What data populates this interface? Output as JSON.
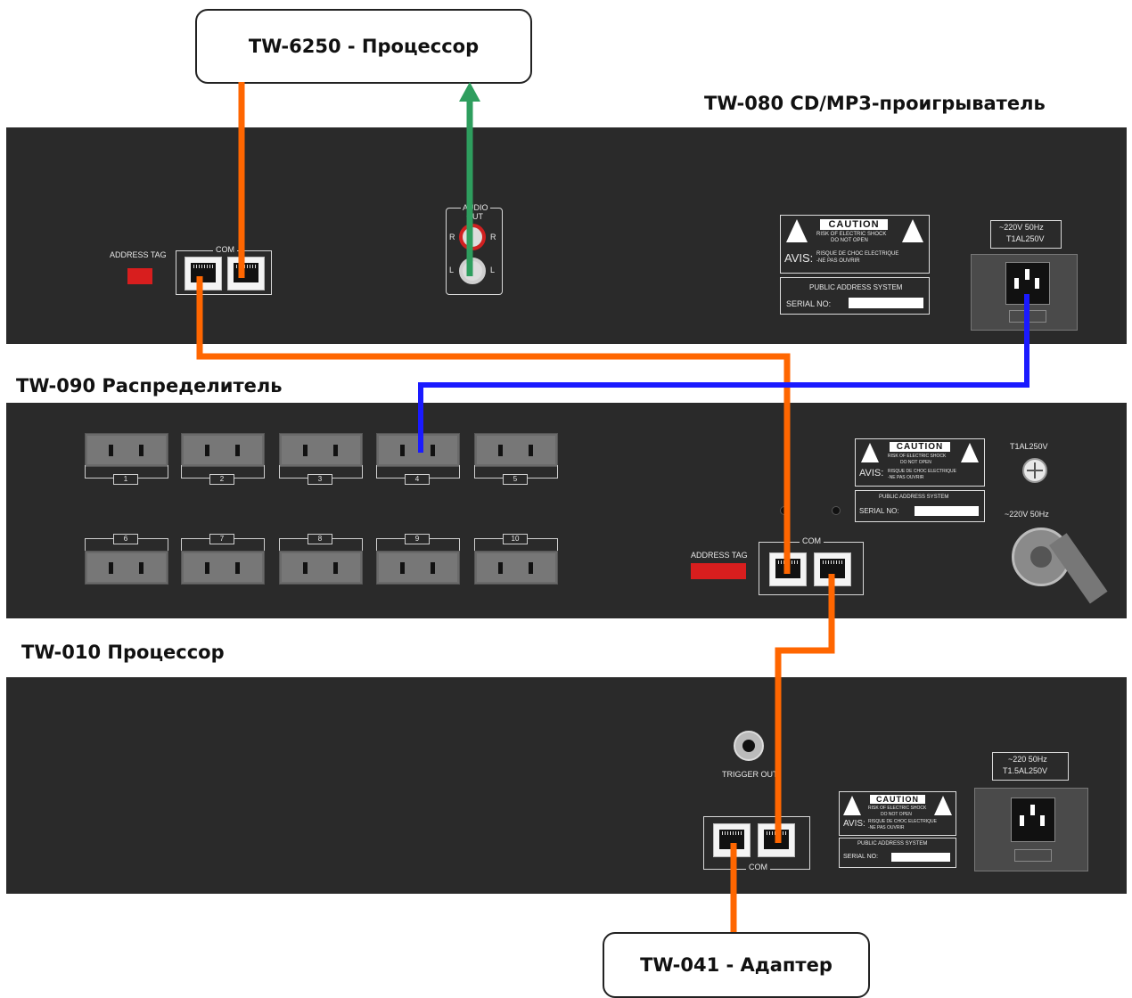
{
  "labels": {
    "processor_6250": "TW-6250 - Процессор",
    "player_080": "TW-080 CD/MP3-проигрыватель",
    "distributor_090": "TW-090 Распределитель",
    "processor_010": "TW-010 Процессор",
    "adapter_041": "TW-041 - Адаптер"
  },
  "panel_cd": {
    "address_tag": "ADDRESS TAG",
    "com": "COM",
    "audio_out": "AUDIO OUT",
    "audio_out_l1": "AUDIO",
    "audio_out_l2": "OUT",
    "r": "R",
    "l": "L",
    "caution": "CAUTION",
    "warning": "RISK OF ELECTRIC SHOCK",
    "do_not_open": "DO NOT OPEN",
    "avis": "AVIS:",
    "avis_text1": "RISQUE DE CHOC ELECTRIQUE",
    "avis_text2": "-NE PAS OUVRIR",
    "public_address": "PUBLIC ADDRESS SYSTEM",
    "serial_no": "SERIAL NO:",
    "power_line1": "~220V 50Hz",
    "power_line2": "T1AL250V"
  },
  "panel_dist": {
    "outlets_top": [
      "1",
      "2",
      "3",
      "4",
      "5"
    ],
    "outlets_bottom": [
      "6",
      "7",
      "8",
      "9",
      "10"
    ],
    "address_tag": "ADDRESS TAG",
    "com": "COM",
    "caution": "CAUTION",
    "warning": "RISK OF ELECTRIC SHOCK",
    "do_not_open": "DO NOT OPEN",
    "avis": "AVIS:",
    "avis_text1": "RISQUE DE CHOC ELECTRIQUE",
    "avis_text2": "-NE PAS OUVRIR",
    "public_address": "PUBLIC ADDRESS SYSTEM",
    "serial_no": "SERIAL NO:",
    "fuse": "T1AL250V",
    "power": "~220V 50Hz"
  },
  "panel_proc": {
    "trigger_out": "TRIGGER OUT",
    "com": "COM",
    "caution": "CAUTION",
    "warning": "RISK OF ELECTRIC SHOCK",
    "do_not_open": "DO NOT OPEN",
    "avis": "AVIS:",
    "avis_text1": "RISQUE DE CHOC ELECTRIQUE",
    "avis_text2": "-NE PAS OUVRIR",
    "public_address": "PUBLIC ADDRESS SYSTEM",
    "serial_no": "SERIAL NO:",
    "power_line1": "~220 50Hz",
    "power_line2": "T1.5AL250V"
  },
  "colors": {
    "com_cable": "#ff6600",
    "audio_cable": "#2e9e5e",
    "power_cable": "#1a1aff",
    "panel": "#2a2a2a"
  }
}
